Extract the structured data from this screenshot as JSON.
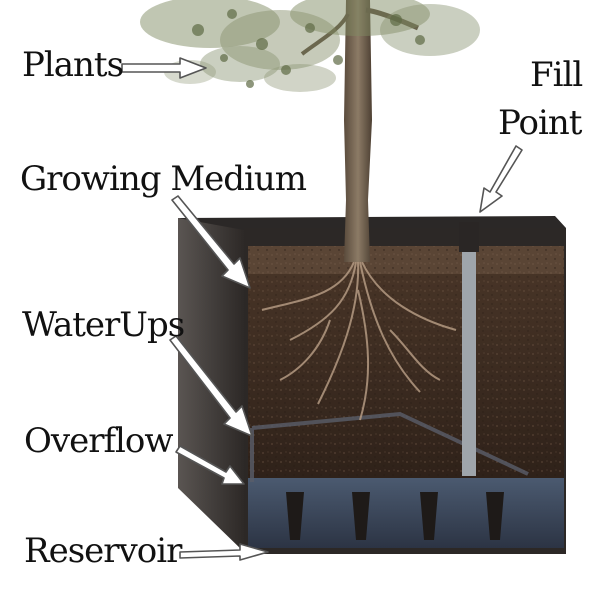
{
  "labels": {
    "plants": "Plants",
    "fill_line1": "Fill",
    "fill_line2": "Point",
    "growing_medium": "Growing Medium",
    "waterups": "WaterUps",
    "overflow": "Overflow",
    "reservoir": "Reservoir"
  },
  "colors": {
    "planter_dark": "#3a3533",
    "soil": "#3b2a1f",
    "topsoil": "#5a4535",
    "water": "#3e4a5c",
    "arrow_fill": "#ffffff",
    "arrow_stroke": "#555555",
    "foliage": "#7f8a63"
  }
}
